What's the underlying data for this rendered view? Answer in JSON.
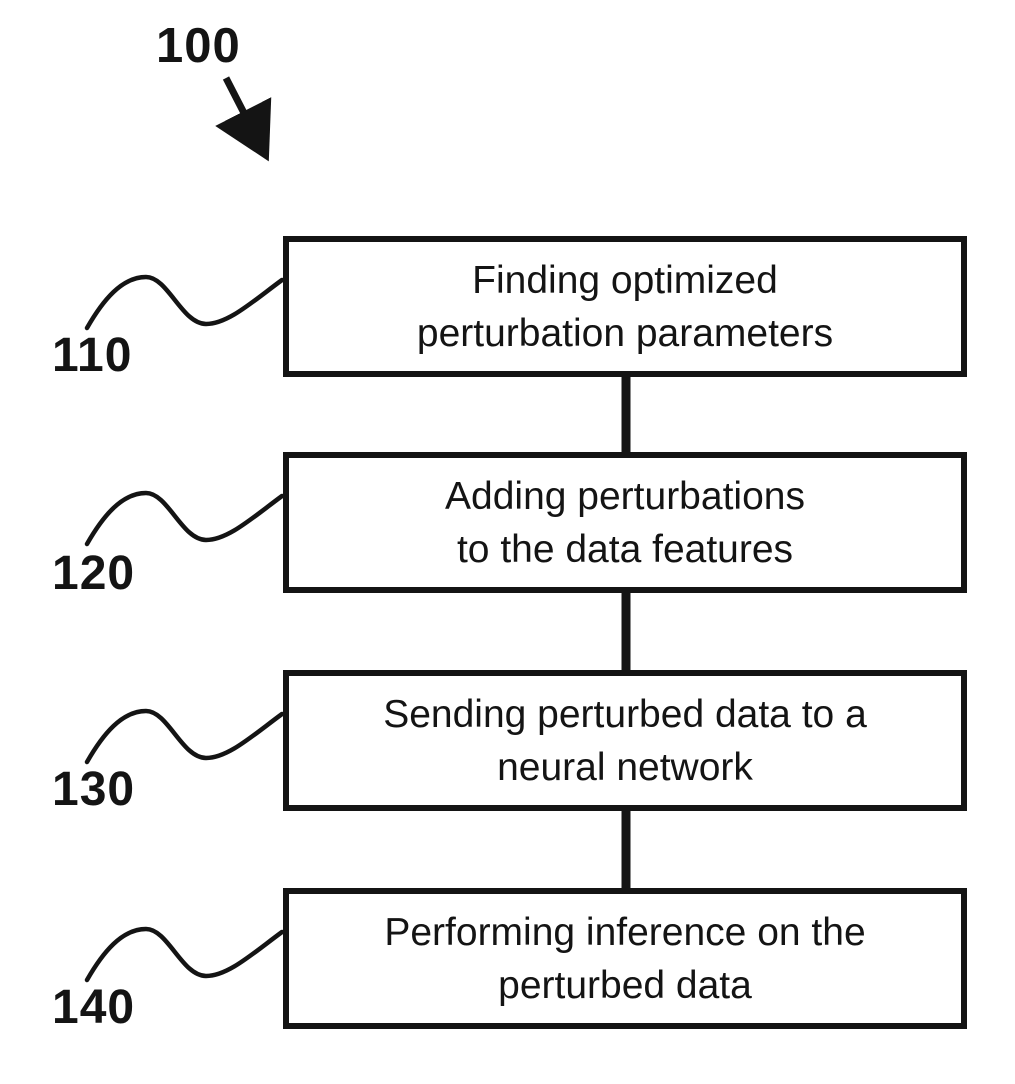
{
  "figure": {
    "reference_label": "100"
  },
  "steps": [
    {
      "ref": "110",
      "lines": [
        "Finding optimized",
        "perturbation parameters"
      ]
    },
    {
      "ref": "120",
      "lines": [
        "Adding perturbations",
        "to the data features"
      ]
    },
    {
      "ref": "130",
      "lines": [
        "Sending perturbed data to a",
        "neural network"
      ]
    },
    {
      "ref": "140",
      "lines": [
        "Performing inference on the",
        "perturbed data"
      ]
    }
  ],
  "colors": {
    "ink": "#141414",
    "background": "#ffffff"
  }
}
